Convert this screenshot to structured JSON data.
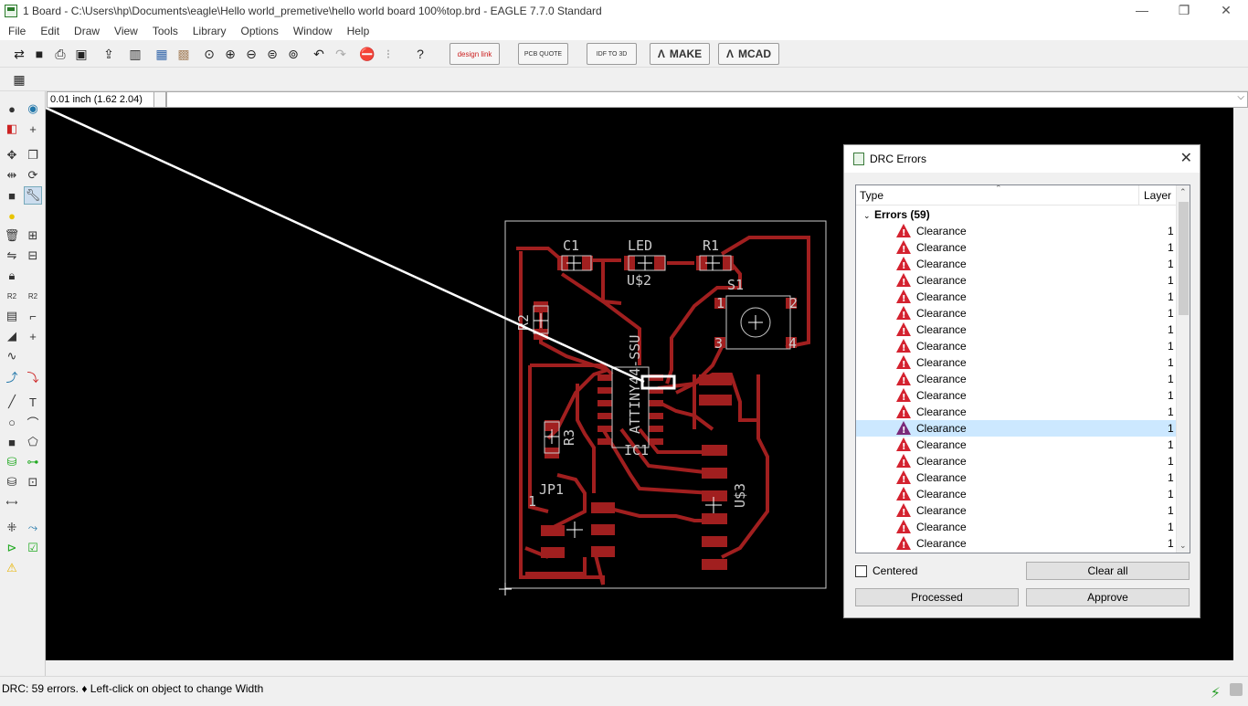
{
  "window": {
    "title": "1 Board - C:\\Users\\hp\\Documents\\eagle\\Hello world_premetive\\hello world board 100%top.brd - EAGLE 7.7.0 Standard",
    "minimize": "—",
    "restore": "❐",
    "close": "✕"
  },
  "menu": [
    "File",
    "Edit",
    "Draw",
    "View",
    "Tools",
    "Library",
    "Options",
    "Window",
    "Help"
  ],
  "toolbar": {
    "buttons": [
      "open-icon",
      "save-icon",
      "print-icon",
      "cam-icon",
      "upload-icon",
      "layers-icon",
      "sch-icon",
      "brd-icon",
      "zoom-fit-icon",
      "zoom-in-icon",
      "zoom-out-icon",
      "zoom-prev-icon",
      "zoom-select-icon",
      "undo-icon",
      "redo-icon",
      "stop-icon",
      "go-icon",
      "help-icon"
    ],
    "big": {
      "designlink": "design link",
      "pcbquote": "PCB QUOTE",
      "idf": "IDF TO 3D",
      "make": "MAKE",
      "mcad": "MCAD"
    }
  },
  "command": {
    "coord": "0.01 inch (1.62 2.04)",
    "value": ""
  },
  "board": {
    "parts": [
      "C1",
      "LED",
      "R1",
      "U$2",
      "S1",
      "R2",
      "ATTINY44-SSU",
      "R3",
      "IC1",
      "JP1",
      "U$3"
    ],
    "pins": [
      "1",
      "2",
      "3",
      "4",
      "1"
    ]
  },
  "drc": {
    "title": "DRC Errors",
    "col_type": "Type",
    "col_layer": "Layer",
    "group": "Errors (59)",
    "rows": [
      {
        "type": "Clearance",
        "layer": "1"
      },
      {
        "type": "Clearance",
        "layer": "1"
      },
      {
        "type": "Clearance",
        "layer": "1"
      },
      {
        "type": "Clearance",
        "layer": "1"
      },
      {
        "type": "Clearance",
        "layer": "1"
      },
      {
        "type": "Clearance",
        "layer": "1"
      },
      {
        "type": "Clearance",
        "layer": "1"
      },
      {
        "type": "Clearance",
        "layer": "1"
      },
      {
        "type": "Clearance",
        "layer": "1"
      },
      {
        "type": "Clearance",
        "layer": "1"
      },
      {
        "type": "Clearance",
        "layer": "1"
      },
      {
        "type": "Clearance",
        "layer": "1"
      },
      {
        "type": "Clearance",
        "layer": "1",
        "selected": true
      },
      {
        "type": "Clearance",
        "layer": "1"
      },
      {
        "type": "Clearance",
        "layer": "1"
      },
      {
        "type": "Clearance",
        "layer": "1"
      },
      {
        "type": "Clearance",
        "layer": "1"
      },
      {
        "type": "Clearance",
        "layer": "1"
      },
      {
        "type": "Clearance",
        "layer": "1"
      },
      {
        "type": "Clearance",
        "layer": "1"
      }
    ],
    "centered": "Centered",
    "clear_all": "Clear all",
    "processed": "Processed",
    "approve": "Approve"
  },
  "status": {
    "text": "DRC: 59 errors.  ♦ Left-click on object to change Width"
  },
  "colors": {
    "trace": "#a11f1f",
    "pad": "#c8a0a0",
    "canvas": "#000000",
    "warn": "#d4222f",
    "selection": "#cce8ff"
  }
}
